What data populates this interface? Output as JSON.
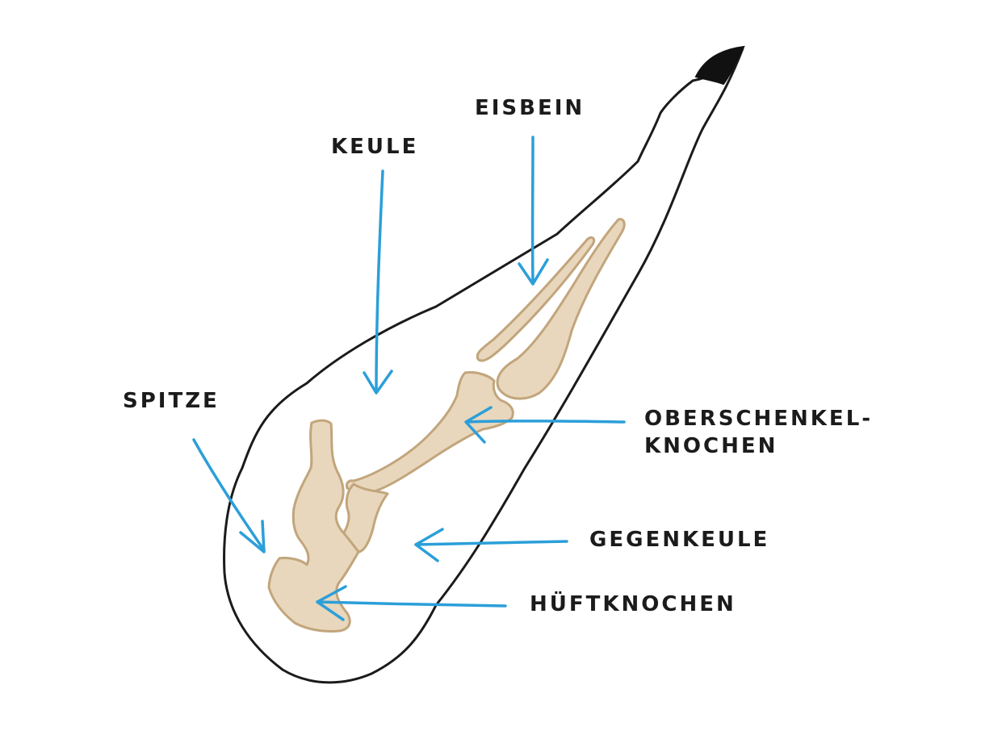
{
  "labels": {
    "eisbein": "EISBEIN",
    "keule": "KEULE",
    "spitze": "SPITZE",
    "oberschenkel_line1": "OBERSCHENKEL-",
    "oberschenkel_line2": "KNOCHEN",
    "gegenkeule": "GEGENKEULE",
    "hueftknochen": "HÜFTKNOCHEN"
  },
  "colors": {
    "outline": "#1b1b1b",
    "hoof": "#111111",
    "bone_fill": "#e8d7bc",
    "bone_stroke": "#c2a57c",
    "arrow": "#2b9fd9",
    "background": "#ffffff"
  }
}
